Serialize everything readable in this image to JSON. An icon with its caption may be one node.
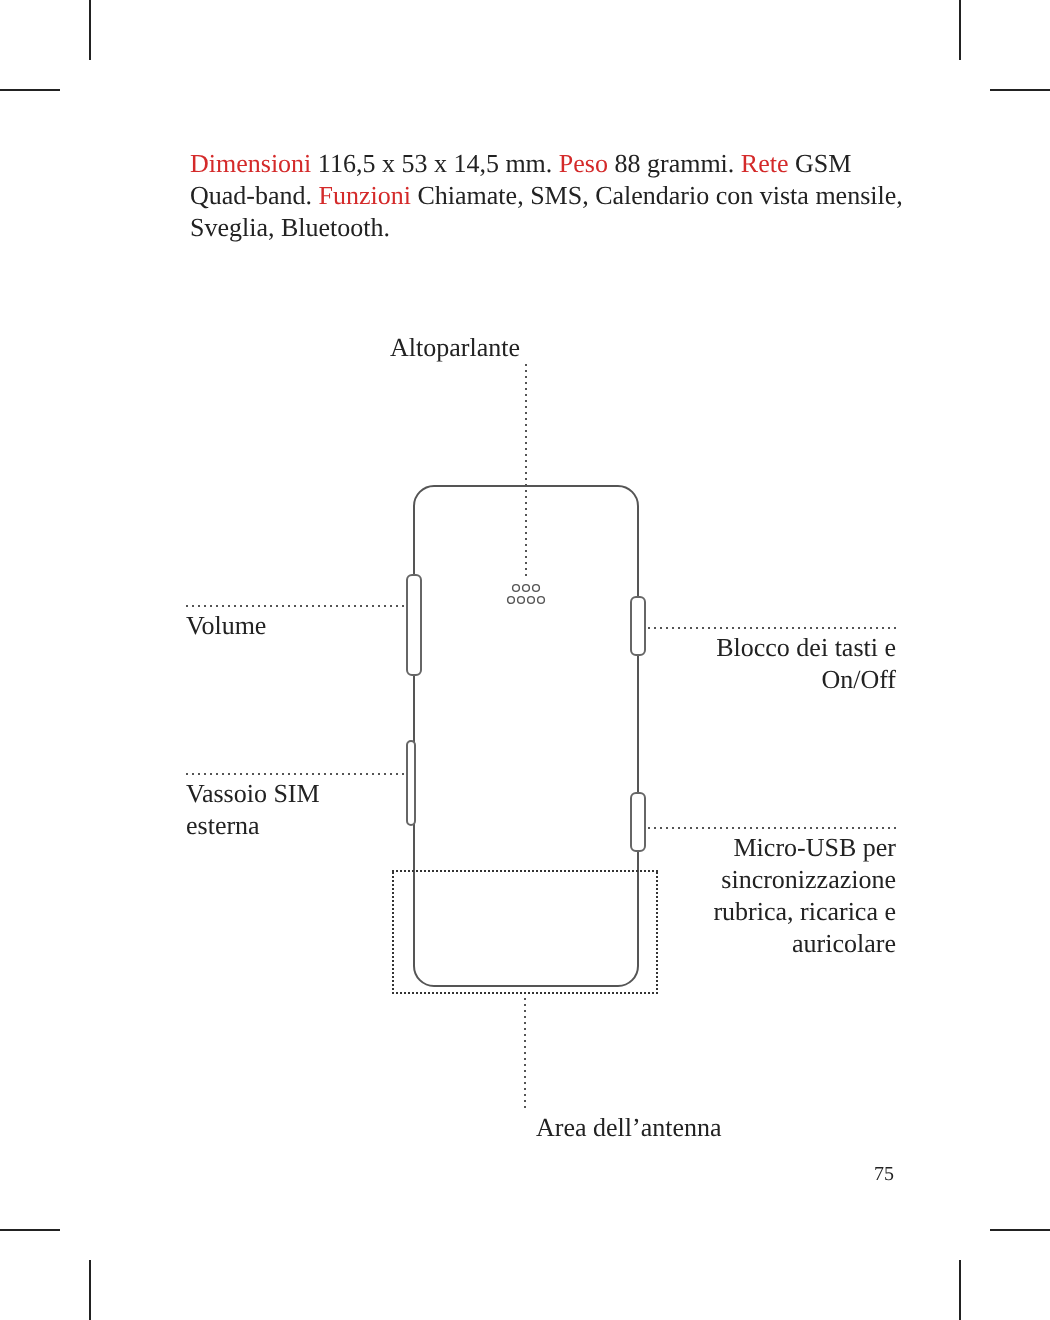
{
  "diagram": {
    "nodes": [
      {
        "text": [],
        "shape": "circle"
      },
      {
        "text": [],
        "shape": "bar"
      },
      {
        "text": [],
        "shape": "bar"
      },
      {
        "text": [],
        "shape": "bar"
      },
      {
        "text": [],
        "shape": "bar"
      },
      {
        "text": [],
        "shape": "box"
      },
      {
        "text": [
          "Altoparlante"
        ]
      },
      {
        "text": [
          "Volume"
        ]
      },
      {
        "text": [
          "Blocco dei tasti e On/Off"
        ]
      },
      {
        "text": [
          "Vassoio SIM esterna"
        ]
      },
      {
        "text": [
          "Micro-USB per sincronizzazione rubrica, ricarica e auricolare"
        ]
      },
      {
        "text": [
          "Area dell’antenna"
        ]
      }
    ],
    "edges": [
      {
        "from": 6,
        "to": 0,
        "arrow": "none"
      },
      {
        "from": 7,
        "to": 1,
        "arrow": "none"
      },
      {
        "from": 8,
        "to": 2,
        "arrow": "none"
      },
      {
        "from": 9,
        "to": 3,
        "arrow": "none"
      },
      {
        "from": 10,
        "to": 4,
        "arrow": "none"
      },
      {
        "from": 11,
        "to": 5,
        "arrow": "none"
      }
    ],
    "labels": [
      "**Dimensioni** 116,5 x 53 x 14,5 mm. **Peso** 88 grammi. **Rete** GSM Quad-band. **Funzioni** Chiamate, SMS, Calendario con vista mensile, Sveglia, Bluetooth.",
      "75"
    ]
  }
}
